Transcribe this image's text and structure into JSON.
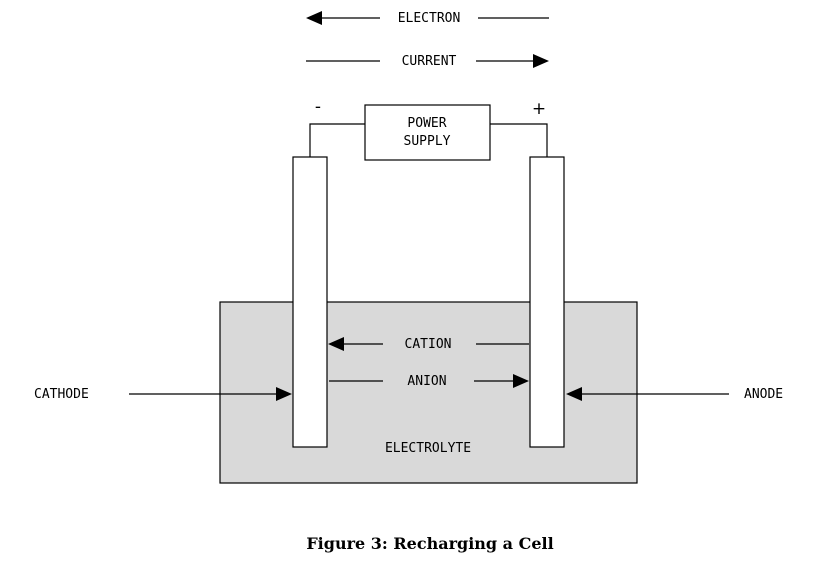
{
  "labels": {
    "electron": "ELECTRON",
    "current": "CURRENT",
    "power_supply_line1": "POWER",
    "power_supply_line2": "SUPPLY",
    "negative_terminal": "-",
    "positive_terminal": "+",
    "cation": "CATION",
    "anion": "ANION",
    "cathode": "CATHODE",
    "anode": "ANODE",
    "electrolyte": "ELECTROLYTE"
  },
  "caption": "Figure 3: Recharging a Cell",
  "colors": {
    "electrolyte_fill": "#d9d9d9",
    "electrode_fill": "#ffffff",
    "line": "#000000",
    "background": "#ffffff"
  }
}
